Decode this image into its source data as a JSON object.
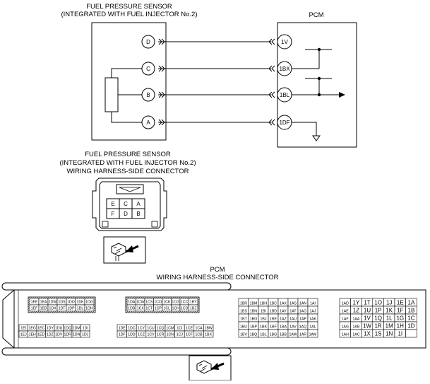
{
  "sensor_title": [
    "FUEL PRESSURE SENSOR",
    "(INTEGRATED WITH FUEL INJECTOR No.2)"
  ],
  "pcm_label": "PCM",
  "wires": [
    {
      "sensor_pin": "D",
      "pcm_pin": "1V"
    },
    {
      "sensor_pin": "C",
      "pcm_pin": "1BX"
    },
    {
      "sensor_pin": "B",
      "pcm_pin": "1BL"
    },
    {
      "sensor_pin": "A",
      "pcm_pin": "1DF"
    }
  ],
  "harness_title": [
    "FUEL PRESSURE SENSOR",
    "(INTEGRATED WITH FUEL INJECTOR No.2)",
    "WIRING HARNESS-SIDE CONNECTOR"
  ],
  "sensor_connector": [
    [
      "E",
      "C",
      "A"
    ],
    [
      "F",
      "D",
      "B"
    ]
  ],
  "pcm_connector_title": [
    "PCM",
    "WIRING HARNESS-SIDE CONNECTOR"
  ],
  "pcm_connector": {
    "block1": [
      [
        "1EE",
        "1EA",
        "1DW",
        "1DS",
        "1DO",
        "1DK",
        "1DG"
      ],
      [
        "1EF",
        "1EB",
        "1DX",
        "1DT",
        "1DP",
        "1DL",
        "1DH"
      ]
    ],
    "block2": [
      [
        "1DA",
        "1CW",
        "1CS",
        "1CO",
        "1CK",
        "1CG",
        "1CC",
        "1BY"
      ],
      [
        "1DB",
        "1CX",
        "1CT",
        "1CP",
        "1CL",
        "1CH",
        "1CD",
        "1BZ"
      ]
    ],
    "block3": [
      [
        "1EI",
        "1EG",
        "1EC",
        "1DY",
        "1DU",
        "1DQ",
        "1DM",
        "1DI"
      ],
      [
        "1EJ",
        "1EH",
        "1ED",
        "1DZ",
        "1DV",
        "1DR",
        "1DN",
        "1DJ"
      ]
    ],
    "block4": [
      [
        "1DE",
        "1DC",
        "1CY",
        "1CU",
        "1CQ",
        "1CM",
        "1CI",
        "1CE",
        "1CA",
        "1BW"
      ],
      [
        "1DF",
        "1DD",
        "1CZ",
        "1CV",
        "1CR",
        "1CN",
        "1CJ",
        "1CF",
        "1CB",
        "1BX"
      ]
    ],
    "block5": [
      [
        "1BR",
        "1BM",
        "1BH",
        "1BC",
        "1AX",
        "1AS",
        "1AN",
        "1AI"
      ],
      [
        "1BS",
        "1BN",
        "1BI",
        "1BD",
        "1AY",
        "1AT",
        "1AO",
        "1AJ"
      ],
      [
        "1BT",
        "1BO",
        "1BJ",
        "1BE",
        "1AZ",
        "1AU",
        "1AP",
        "1AK"
      ],
      [
        "1BU",
        "1BP",
        "1BK",
        "1BF",
        "1BA",
        "1AV",
        "1AQ",
        "1AL"
      ],
      [
        "1BV",
        "1BQ",
        "1BL",
        "1BG",
        "1BB",
        "1AW",
        "1AR",
        "1AM"
      ]
    ],
    "block6": [
      [
        "1AD",
        "1Y",
        "1T",
        "1O",
        "1J",
        "1E",
        "1A"
      ],
      [
        "1AE",
        "1Z",
        "1U",
        "1P",
        "1K",
        "1F",
        "1B"
      ],
      [
        "1AF",
        "1AA",
        "1V",
        "1Q",
        "1L",
        "1G",
        "1C"
      ],
      [
        "1AG",
        "1AB",
        "1W",
        "1R",
        "1M",
        "1H",
        "1D"
      ],
      [
        "1AH",
        "1AC",
        "1X",
        "1S",
        "1N",
        "1I",
        ""
      ]
    ]
  }
}
